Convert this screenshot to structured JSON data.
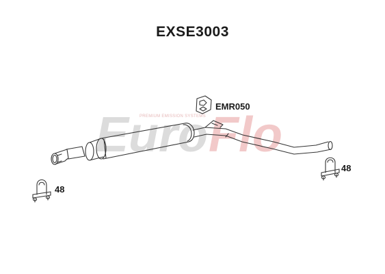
{
  "title": "EXSE3003",
  "parts": {
    "mount_label": "EMR050",
    "clamp_right_label": "48",
    "clamp_left_label": "48"
  },
  "watermark": {
    "brand_euro": "Euro",
    "brand_flo": "Flo",
    "tagline": "PREMIUM EMISSION SYSTEMS"
  },
  "colors": {
    "line": "#333333",
    "watermark_grey": "#d8d8d8",
    "watermark_red": "#f0c4c4"
  }
}
